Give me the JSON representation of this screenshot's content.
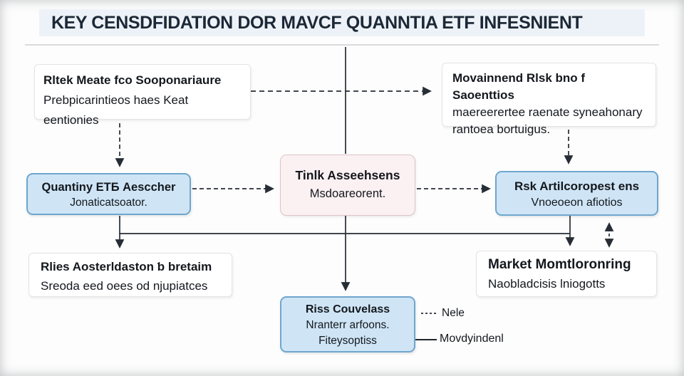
{
  "title": "KEY CENSDFIDATION DOR MAVCF QUANNTIA ETF INFESNIENT",
  "nodes": {
    "top_left": {
      "title": "Rltek Meate fco Sooponariaure",
      "line1": "Prebpicarintieos haes Keat eentionies"
    },
    "top_right": {
      "title": "Movainnend Rlsk bno f Saoenttios",
      "line1": "maereerertee raenate syneahonary",
      "line2": "rantoea bortuigus."
    },
    "mid_left": {
      "title": "Quantiny ETБ Aesccher",
      "line1": "Jonaticatsoator."
    },
    "center": {
      "title": "Tinlk Asseehsens",
      "line1": "Msdoareorent."
    },
    "mid_right": {
      "title": "Rsk Artilcoropest ens",
      "line1": "Vnoeoeon afiotios"
    },
    "bottom_left": {
      "title": "Rlies Aosterldaston ƅ bretaim",
      "line1": "Sreoda eed oees od njupiatces"
    },
    "bottom_right": {
      "title": "Market Momtloronring",
      "line1": "Naobladcisis lniogotts"
    },
    "bottom_center": {
      "title": "Riss Couvelass",
      "line1": "Nranterr arfoons.",
      "line2": "Fiteysoptiss"
    }
  },
  "legend": {
    "dashed_label": "Nele",
    "solid_label": "Movdyindenl"
  },
  "colors": {
    "box_blue_fill": "#cfe5f6",
    "box_blue_border": "#6fa6cd",
    "box_pink_fill": "#fbf0f2",
    "box_pink_border": "#ddc4ca",
    "box_white_border": "#e4e4e4",
    "title_bar_bg": "#edf2f8",
    "title_text": "#1c2836",
    "arrow": "#272d35"
  }
}
